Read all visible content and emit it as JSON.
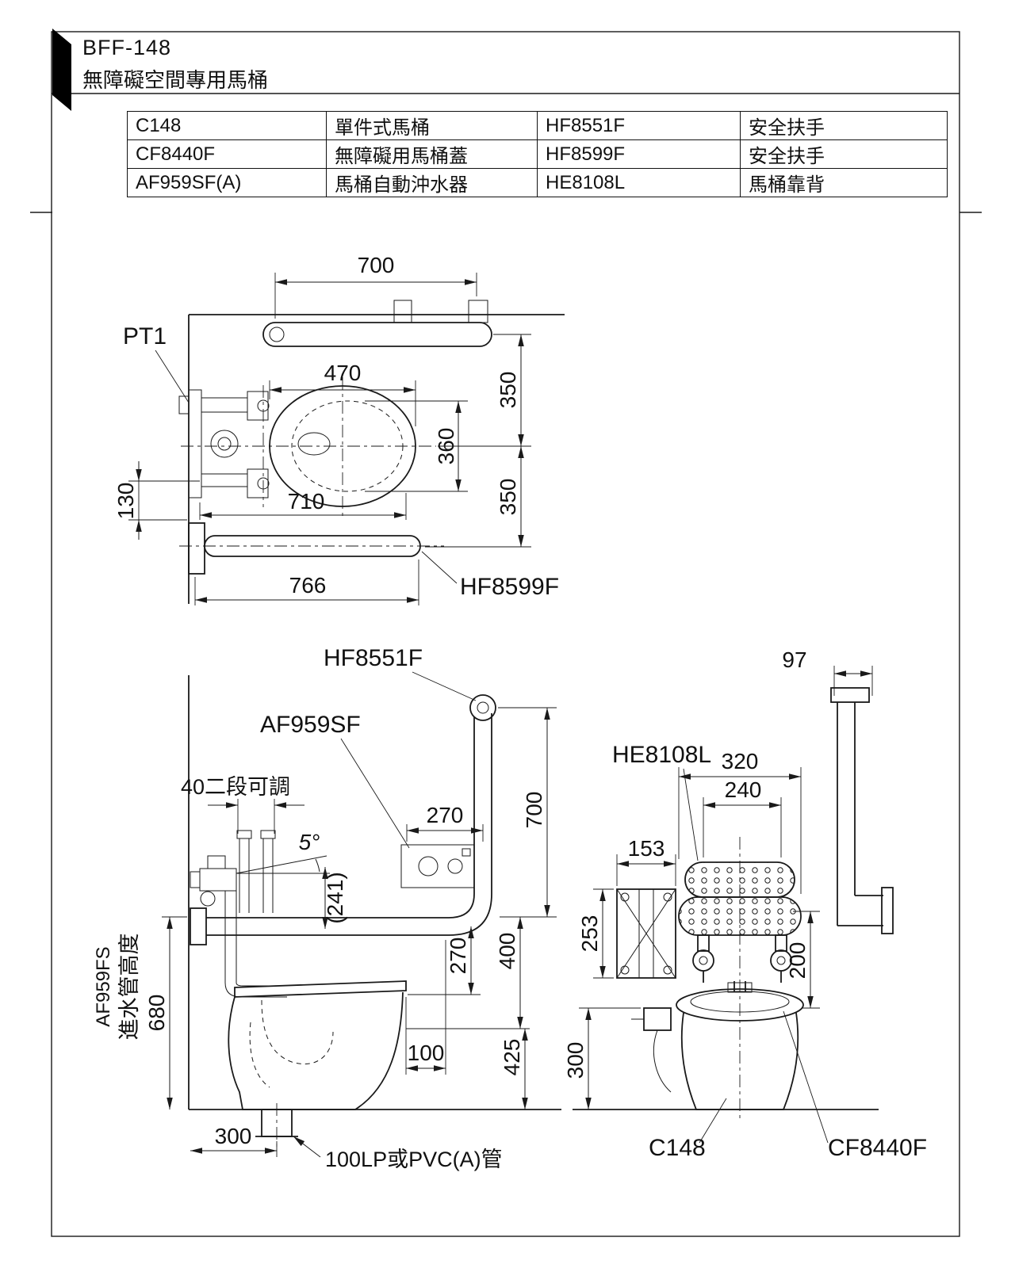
{
  "header": {
    "model": "BFF-148",
    "subtitle": "無障礙空間專用馬桶"
  },
  "table": {
    "rows": [
      {
        "c1": "C148",
        "c2": "單件式馬桶",
        "c3": "HF8551F",
        "c4": "安全扶手"
      },
      {
        "c1": "CF8440F",
        "c2": "無障礙用馬桶蓋",
        "c3": "HF8599F",
        "c4": "安全扶手"
      },
      {
        "c1": "AF959SF(A)",
        "c2": "馬桶自動沖水器",
        "c3": "HE8108L",
        "c4": "馬桶靠背"
      }
    ]
  },
  "top_view": {
    "pt1": "PT1",
    "hf8599f": "HF8599F",
    "d700": "700",
    "d470": "470",
    "d360": "360",
    "d350_upper": "350",
    "d350_lower": "350",
    "d130": "130",
    "d710": "710",
    "d766": "766"
  },
  "side_view": {
    "hf8551f": "HF8551F",
    "af959sf": "AF959SF",
    "adjustable": "40二段可調",
    "inlet_code": "AF959FS",
    "inlet_label": "進水管高度",
    "drain_pipe": "100LP或PVC(A)管",
    "d270_box": "270",
    "d700": "700",
    "angle": "5°",
    "d241": "(241)",
    "d270": "270",
    "d400": "400",
    "d680": "680",
    "d425": "425",
    "d100": "100",
    "d300": "300"
  },
  "front_view": {
    "he8108l": "HE8108L",
    "c148": "C148",
    "cf8440f": "CF8440F",
    "d97": "97",
    "d320": "320",
    "d240": "240",
    "d153": "153",
    "d253": "253",
    "d200": "200",
    "d300": "300"
  }
}
